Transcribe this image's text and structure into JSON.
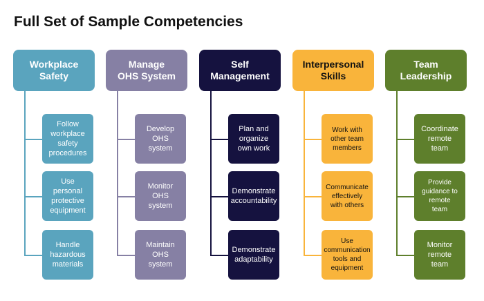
{
  "title": "Full Set of Sample Competencies",
  "columns": [
    {
      "header": "Workplace\nSafety",
      "color": "#5aa4be",
      "items": [
        "Follow\nworkplace\nsafety\nprocedures",
        "Use\npersonal\nprotective\nequipment",
        "Handle\nhazardous\nmaterials"
      ]
    },
    {
      "header": "Manage\nOHS System",
      "color": "#8680a4",
      "items": [
        "Develop\nOHS\nsystem",
        "Monitor\nOHS\nsystem",
        "Maintain\nOHS\nsystem"
      ]
    },
    {
      "header": "Self\nManagement",
      "color": "#15123f",
      "items": [
        "Plan and\norganize\nown work",
        "Demonstrate\naccountability",
        "Demonstrate\nadaptability"
      ]
    },
    {
      "header": "Interpersonal\nSkills",
      "color": "#f9b43b",
      "items": [
        "Work with\nother team\nmembers",
        "Communicate\neffectively\nwith others",
        "Use\ncommunication\ntools and\nequipment"
      ]
    },
    {
      "header": "Team\nLeadership",
      "color": "#5e7f2c",
      "items": [
        "Coordinate\nremote\nteam",
        "Provide\nguidance to\nremote\nteam",
        "Monitor\nremote\nteam"
      ]
    }
  ]
}
